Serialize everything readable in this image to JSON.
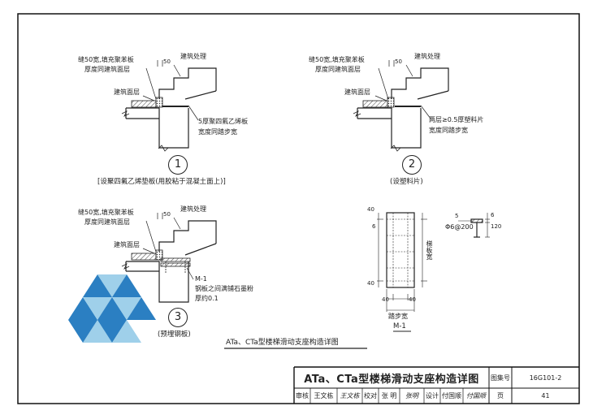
{
  "sheet": {
    "title": "ATa、CTa型楼梯滑动支座构造详图",
    "atlas_label": "图集号",
    "atlas_no": "16G101-2",
    "page_label": "页",
    "page_no": "41",
    "review": "审核",
    "reviewer": "王文栋",
    "reviewer_sign": "王文栋",
    "check": "校对",
    "checker": "张 明",
    "checker_sign": "张明",
    "design": "设计",
    "designer": "付国顺",
    "designer_sign": "付国顺"
  },
  "detail1": {
    "label_joint": "缝50宽,填充聚苯板",
    "label_thickness": "厚度同建筑面层",
    "label_dim": "50",
    "label_arch": "建筑处理",
    "label_layer": "建筑面层",
    "label_pad": "5厚聚四氟乙烯板",
    "label_pad_width": "宽度同踏步宽",
    "number": "1",
    "caption": "[设聚四氟乙烯垫板(用胶粘于混凝土面上)]"
  },
  "detail2": {
    "label_joint": "缝50宽,填充聚苯板",
    "label_thickness": "厚度同建筑面层",
    "label_dim": "50",
    "label_arch": "建筑处理",
    "label_layer": "建筑面层",
    "label_film": "两层≥0.5厚塑料片",
    "label_film_width": "宽度同踏步宽",
    "number": "2",
    "caption": "(设塑料片)"
  },
  "detail3": {
    "label_joint": "缝50宽,填充聚苯板",
    "label_thickness": "厚度同建筑面层",
    "label_dim": "50",
    "label_arch": "建筑处理",
    "label_layer": "建筑面层",
    "label_m1": "M-1",
    "label_grease": "钢板之间满铺石墨粉",
    "label_grease2": "厚约0.1",
    "number": "3",
    "caption": "(预埋钢板)"
  },
  "m1": {
    "dim_40_top": "40",
    "dim_6": "6",
    "dim_40_bl": "40",
    "dim_40_br": "40",
    "dim_40_bot": "40",
    "stair_width": "梯板宽",
    "step_width": "踏步宽",
    "name": "M-1",
    "bar_spec": "Φ6@200",
    "sec_5": "5",
    "sec_6": "6",
    "sec_120": "120"
  },
  "subtitle": "ATa、CTa型楼梯滑动支座构造详图"
}
